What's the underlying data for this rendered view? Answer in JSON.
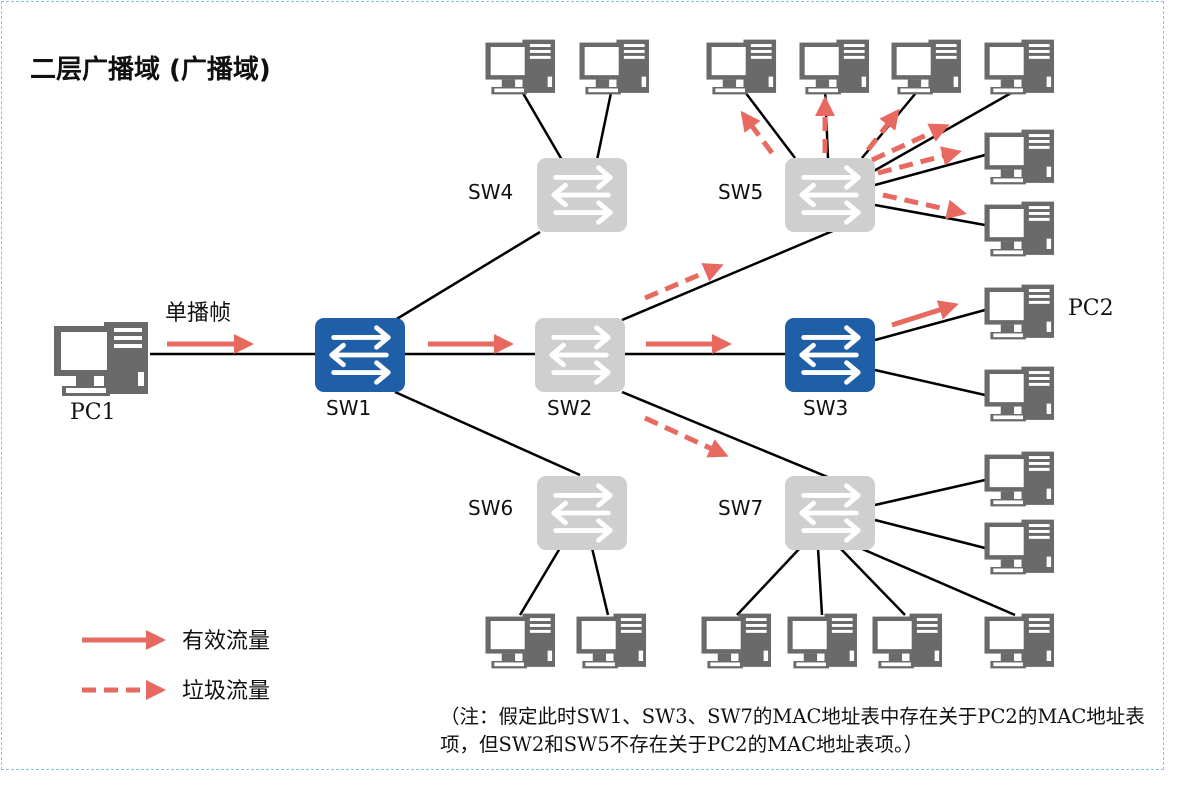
{
  "title": "二层广播域 (广播域)",
  "unicast_label": "单播帧",
  "hosts": {
    "pc1": "PC1",
    "pc2": "PC2"
  },
  "switches": {
    "sw1": "SW1",
    "sw2": "SW2",
    "sw3": "SW3",
    "sw4": "SW4",
    "sw5": "SW5",
    "sw6": "SW6",
    "sw7": "SW7"
  },
  "legend": {
    "valid_traffic": "有效流量",
    "junk_traffic": "垃圾流量"
  },
  "note": "（注：假定此时SW1、SW3、SW7的MAC地址表中存在关于PC2的MAC地址表项，但SW2和SW5不存在关于PC2的MAC地址表项。）",
  "colors": {
    "active_switch": "#1f5fa8",
    "inactive_switch": "#cfcfcf",
    "arrow": "#e8695f",
    "computer": "#6a6a6a",
    "link": "#000000"
  }
}
